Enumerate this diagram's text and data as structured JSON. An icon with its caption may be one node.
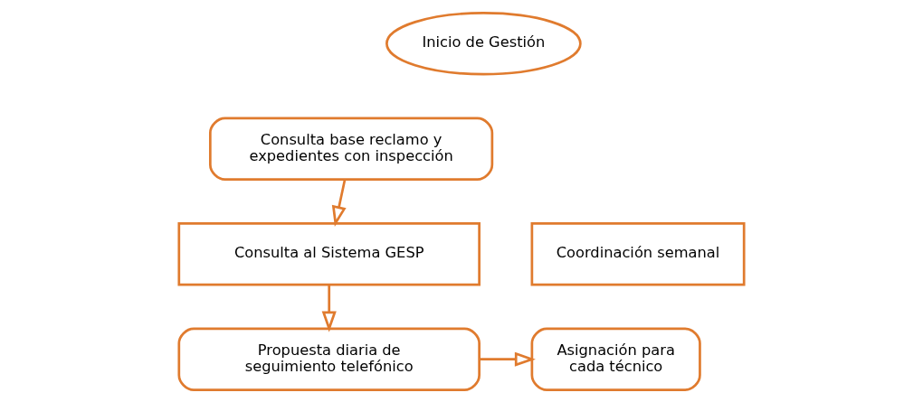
{
  "diagram": {
    "nodes": [
      {
        "text": [
          "Inicio de Gestión"
        ]
      },
      {
        "text": [
          "Consulta base reclamo y expedientes con inspección"
        ]
      },
      {
        "text": [
          "Consulta al Sistema GESP"
        ]
      },
      {
        "text": [
          "Propuesta diaria de seguimiento telefónico"
        ]
      },
      {
        "text": [
          "Asignación para cada técnico"
        ]
      },
      {
        "text": [
          "Coordinación semanal"
        ]
      }
    ],
    "edges": [
      {
        "from": 1,
        "to": 2,
        "arrow": "to",
        "color": "#e07b2e"
      },
      {
        "from": 2,
        "to": 3,
        "arrow": "to",
        "color": "#e07b2e"
      },
      {
        "from": 3,
        "to": 4,
        "arrow": "to",
        "color": "#e07b2e"
      }
    ]
  }
}
